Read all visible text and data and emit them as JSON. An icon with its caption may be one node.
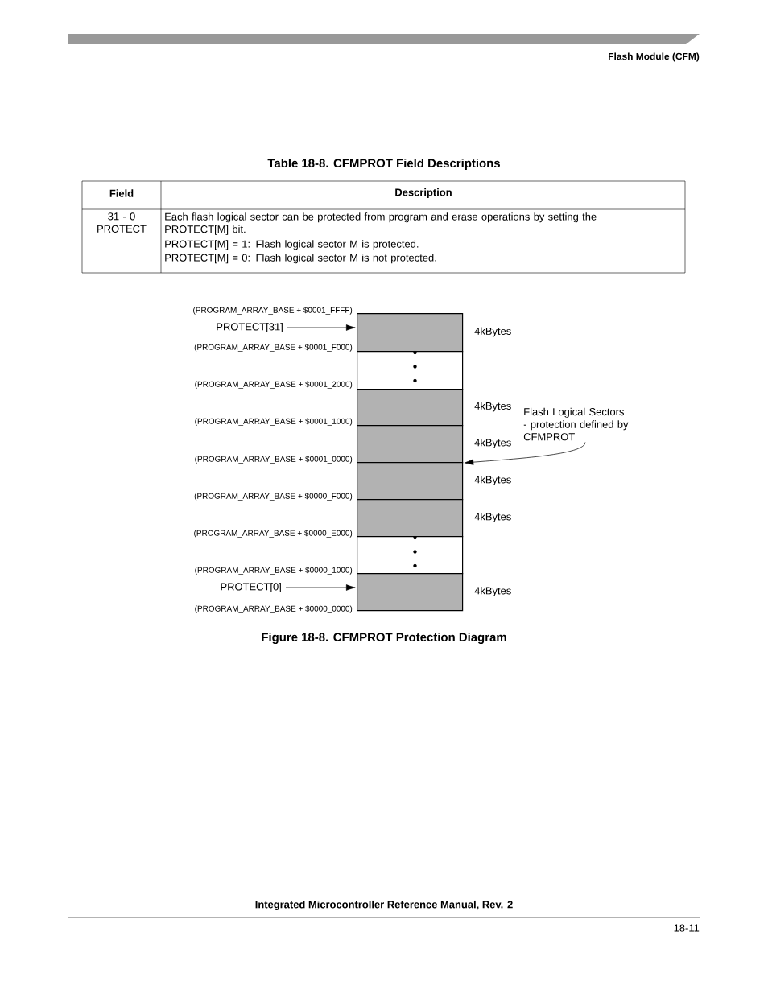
{
  "diagram": {
    "title": "Table 18-8. CFMPROT Field Descriptions",
    "caption": "Figure 18-8. CFMPROT Protection Diagram",
    "nodes": [
      {
        "text": [],
        "shape": "box",
        "beside": [
          "4kBytes"
        ]
      },
      {
        "text": [],
        "shape": "box"
      },
      {
        "text": [],
        "shape": "box",
        "beside": [
          "4kBytes"
        ]
      },
      {
        "text": [],
        "shape": "box",
        "beside": [
          "4kBytes"
        ]
      },
      {
        "text": [],
        "shape": "box",
        "beside": [
          "4kBytes"
        ]
      },
      {
        "text": [],
        "shape": "box",
        "beside": [
          "4kBytes"
        ]
      },
      {
        "text": [],
        "shape": "box"
      },
      {
        "text": [],
        "shape": "box",
        "beside": [
          "4kBytes"
        ]
      },
      {
        "text": [
          "PROTECT[31]"
        ]
      },
      {
        "text": [
          "PROTECT[0]"
        ]
      },
      {
        "text": [
          "Flash Logical Sectors - protection defined by CFMPROT"
        ]
      }
    ],
    "edges": [
      {
        "from": 8,
        "to": 0,
        "arrow": "to"
      },
      {
        "from": 9,
        "to": 7,
        "arrow": "to"
      },
      {
        "from": 10,
        "to": 3,
        "arrow": "to"
      }
    ],
    "labels": [
      "Flash Module (CFM)",
      "Field",
      "Description",
      "31 - 0 PROTECT",
      "Each flash logical sector can be protected from program and erase operations by setting the PROTECT[M] bit.",
      "PROTECT[M] = 1: Flash logical sector M is protected.",
      "PROTECT[M] = 0: Flash logical sector M is not protected.",
      "(PROGRAM_ARRAY_BASE + $0001_FFFF)",
      "(PROGRAM_ARRAY_BASE + $0001_F000)",
      "(PROGRAM_ARRAY_BASE + $0001_2000)",
      "(PROGRAM_ARRAY_BASE + $0001_1000)",
      "(PROGRAM_ARRAY_BASE + $0001_0000)",
      "(PROGRAM_ARRAY_BASE + $0000_F000)",
      "(PROGRAM_ARRAY_BASE + $0000_E000)",
      "(PROGRAM_ARRAY_BASE + $0000_1000)",
      "(PROGRAM_ARRAY_BASE + $0000_0000)",
      "Integrated Microcontroller Reference Manual, Rev. 2",
      "18-11"
    ]
  }
}
